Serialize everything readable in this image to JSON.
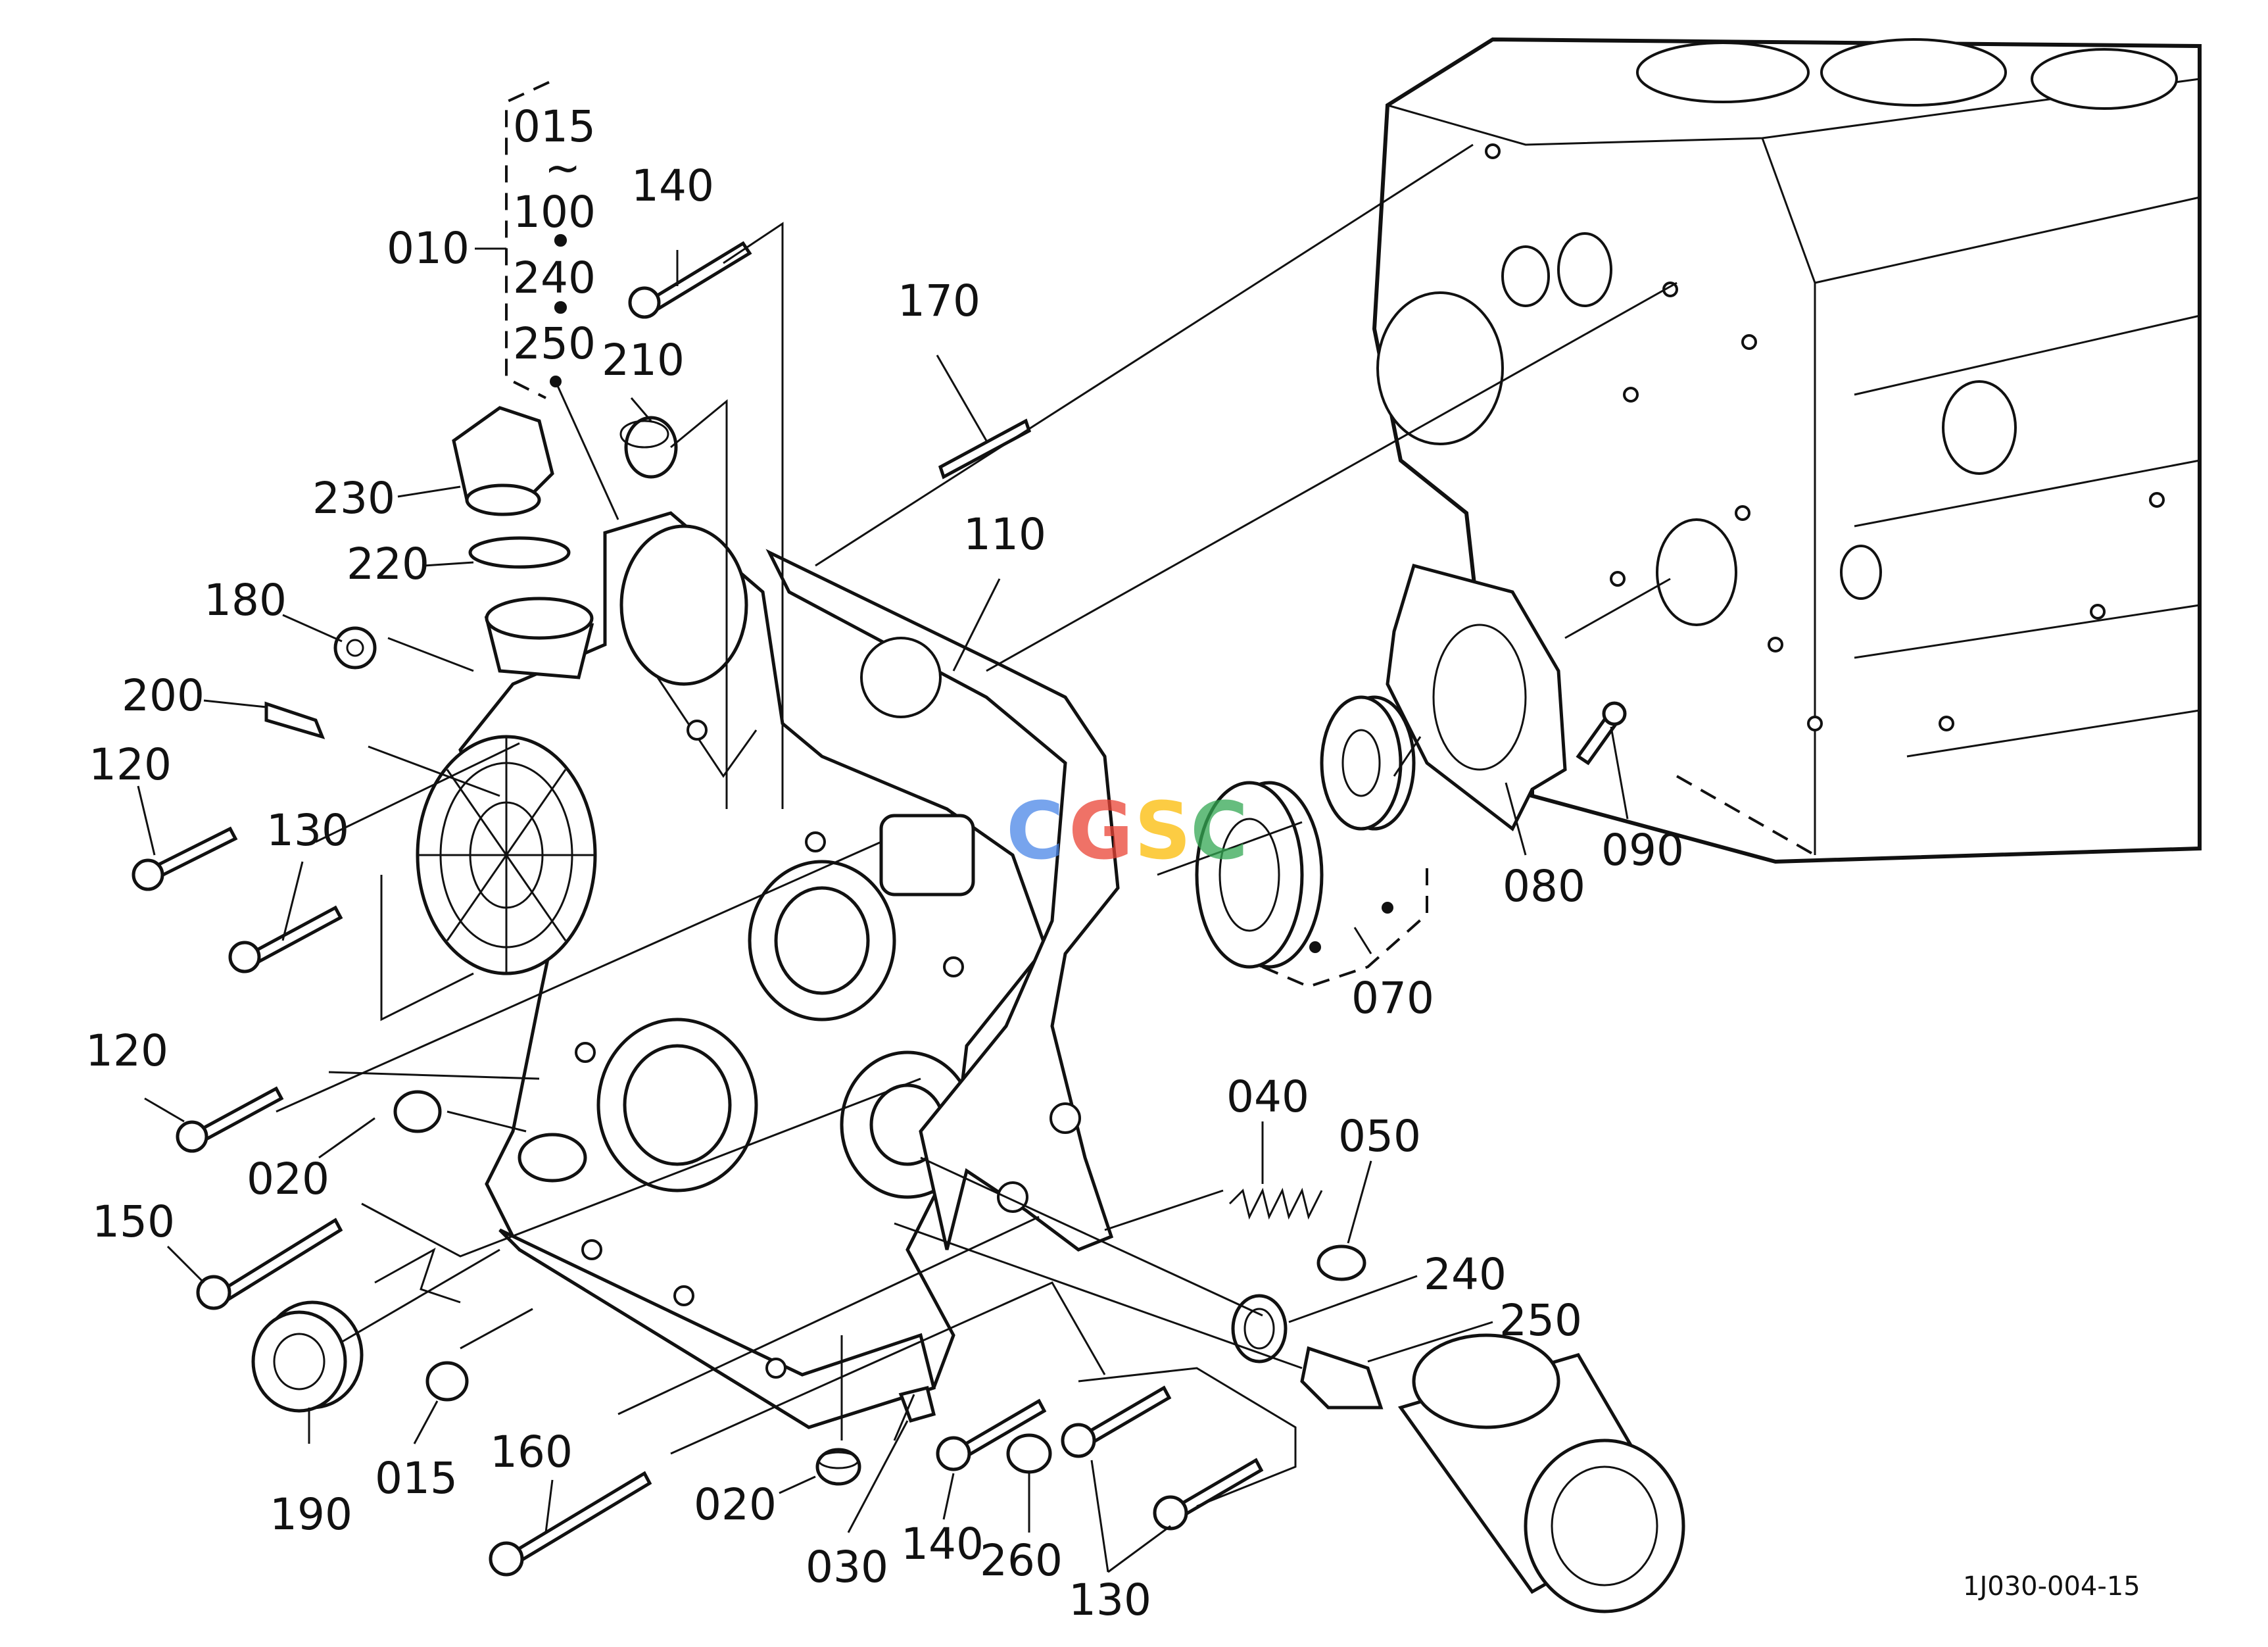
{
  "figure_code": "1J030-004-15",
  "watermark": {
    "text": "CGSC",
    "letters": [
      "C",
      "G",
      "S",
      "C"
    ],
    "colors": [
      "#4a86e8",
      "#ea4335",
      "#fbbc05",
      "#34a853"
    ]
  },
  "group_010": {
    "label": "010",
    "items": [
      "015",
      "~",
      "100",
      "•",
      "240",
      "•",
      "250"
    ]
  },
  "callouts": {
    "c140_top": "140",
    "c170": "170",
    "c210": "210",
    "c230": "230",
    "c220": "220",
    "c110": "110",
    "c180": "180",
    "c200": "200",
    "c120_top": "120",
    "c130_left": "130",
    "c120_mid": "120",
    "c020_left": "020",
    "c150": "150",
    "c190": "190",
    "c015": "015",
    "c160": "160",
    "c020_bottom": "020",
    "c030": "030",
    "c140_bottom": "140",
    "c260": "260",
    "c130_bottom": "130",
    "c040": "040",
    "c050": "050",
    "c240": "240",
    "c250": "250",
    "c070": "070",
    "c080": "080",
    "c090": "090"
  }
}
